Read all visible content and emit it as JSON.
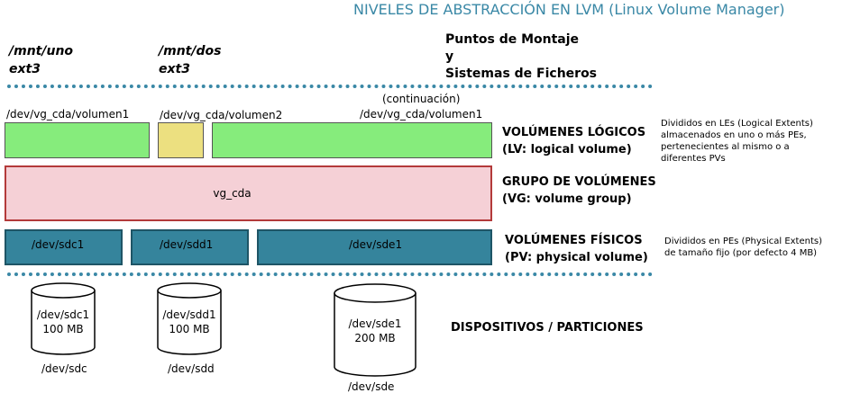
{
  "title": "NIVELES DE ABSTRACCIÓN EN LVM (Linux Volume Manager)",
  "mounts": [
    {
      "point": "/mnt/uno",
      "fs": "ext3"
    },
    {
      "point": "/mnt/dos",
      "fs": "ext3"
    }
  ],
  "mount_heading": {
    "line1": "Puntos de Montaje",
    "line2": "y",
    "line3": "Sistemas de Ficheros"
  },
  "continuation": "(continuación)",
  "lv_paths": [
    "/dev/vg_cda/volumen1",
    "/dev/vg_cda/volumen2",
    "/dev/vg_cda/volumen1"
  ],
  "lv_heading": {
    "line1": "VOLÚMENES LÓGICOS",
    "line2": "(LV: logical volume)"
  },
  "lv_note": [
    "Divididos en LEs (Logical Extents)",
    "almacenados en uno o más PEs,",
    "pertenecientes  al mismo o a",
    "diferentes PVs"
  ],
  "vg_label": "vg_cda",
  "vg_heading": {
    "line1": "GRUPO DE VOLÚMENES",
    "line2": "(VG: volume group)"
  },
  "pv_labels": [
    "/dev/sdc1",
    "/dev/sdd1",
    "/dev/sde1"
  ],
  "pv_heading": {
    "line1": "VOLÚMENES FÍSICOS",
    "line2": "(PV: physical volume)"
  },
  "pv_note": [
    "Divididos en PEs (Physical Extents)",
    "de tamaño fijo (por defecto 4 MB)"
  ],
  "disks": [
    {
      "partition": "/dev/sdc1",
      "size": "100 MB",
      "device": "/dev/sdc"
    },
    {
      "partition": "/dev/sdd1",
      "size": "100 MB",
      "device": "/dev/sdd"
    },
    {
      "partition": "/dev/sde1",
      "size": "200 MB",
      "device": "/dev/sde"
    }
  ],
  "devices_heading": "DISPOSITIVOS / PARTICIONES",
  "colors": {
    "accent": "#3a88a6",
    "lv": "#86ec7c",
    "lv_alt": "#ece080",
    "vg": "#f5d0d6",
    "vg_border": "#b33a3a",
    "pv": "#35849c"
  }
}
